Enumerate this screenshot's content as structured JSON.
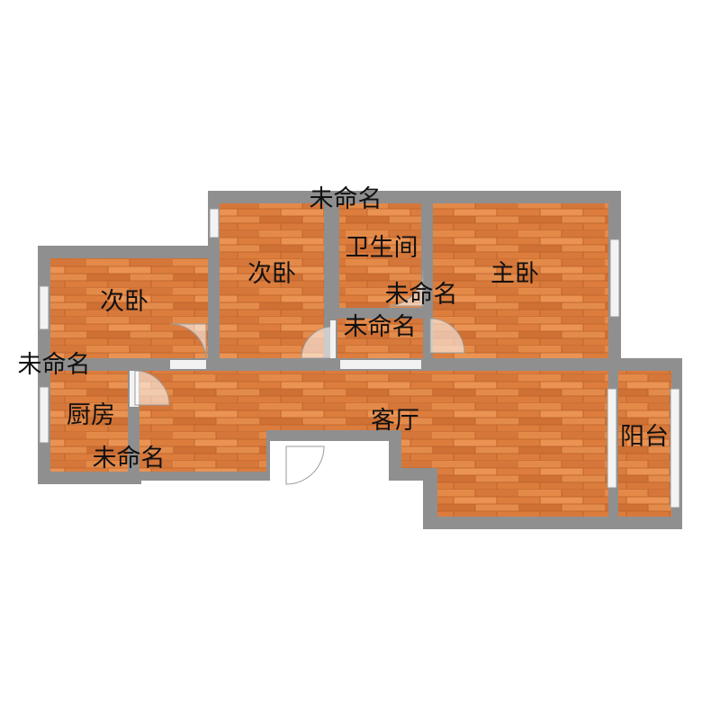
{
  "colors": {
    "wall": "#8f8f8f",
    "floor_base": "#dc7d3d",
    "floor_light": "#ea9353",
    "floor_dark": "#c86a2e",
    "plank_line": "#b85f27",
    "window_glass": "#f3f3f3",
    "door_arc": "#9a9a9a",
    "label": "#111111"
  },
  "rooms": [
    {
      "id": "bedroom-left",
      "name": "次卧"
    },
    {
      "id": "bedroom-middle",
      "name": "次卧"
    },
    {
      "id": "bathroom",
      "name": "卫生间"
    },
    {
      "id": "master-bedroom",
      "name": "主卧"
    },
    {
      "id": "kitchen",
      "name": "厨房"
    },
    {
      "id": "living-room",
      "name": "客厅"
    },
    {
      "id": "balcony",
      "name": "阳台"
    }
  ],
  "unnamed_labels": [
    {
      "id": "unnamed-top",
      "name": "未命名"
    },
    {
      "id": "unnamed-hall-upper",
      "name": "未命名"
    },
    {
      "id": "unnamed-hall-lower",
      "name": "未命名"
    },
    {
      "id": "unnamed-left",
      "name": "未命名"
    },
    {
      "id": "unnamed-kitchen-bottom",
      "name": "未命名"
    }
  ],
  "floor_material": "wood-plank",
  "icons": [
    "door-swing-icon",
    "window-icon",
    "entrance-door-icon"
  ]
}
